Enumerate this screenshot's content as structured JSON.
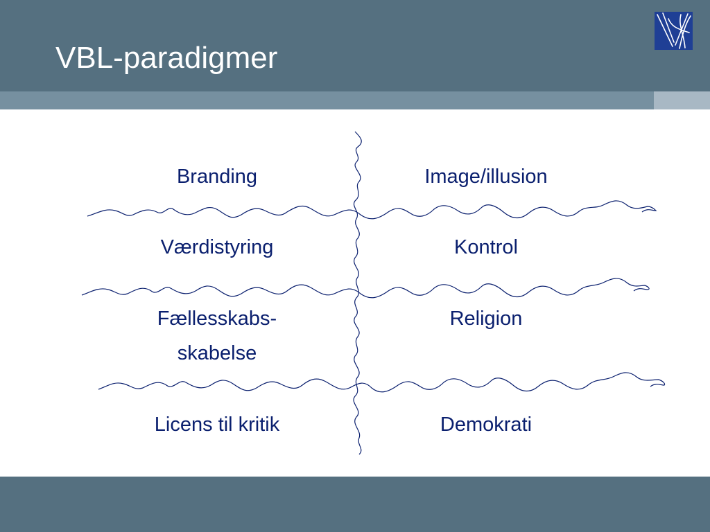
{
  "slide": {
    "title": "VBL-paradigmer",
    "logo_icon": "logo-icon",
    "colors": {
      "header": "#557080",
      "band": "#7690a0",
      "band_accent": "#a8b8c4",
      "logo_bg": "#1f3f95",
      "text": "#0a1f6e",
      "line": "#0a1f6e"
    },
    "rows": [
      {
        "left": [
          "Branding"
        ],
        "right": [
          "Image/illusion"
        ]
      },
      {
        "left": [
          "Værdistyring"
        ],
        "right": [
          "Kontrol"
        ]
      },
      {
        "left": [
          "Fællesskabs-",
          "skabelse"
        ],
        "right": [
          "Religion"
        ]
      },
      {
        "left": [
          "Licens til kritik"
        ],
        "right": [
          "Demokrati"
        ]
      }
    ]
  }
}
